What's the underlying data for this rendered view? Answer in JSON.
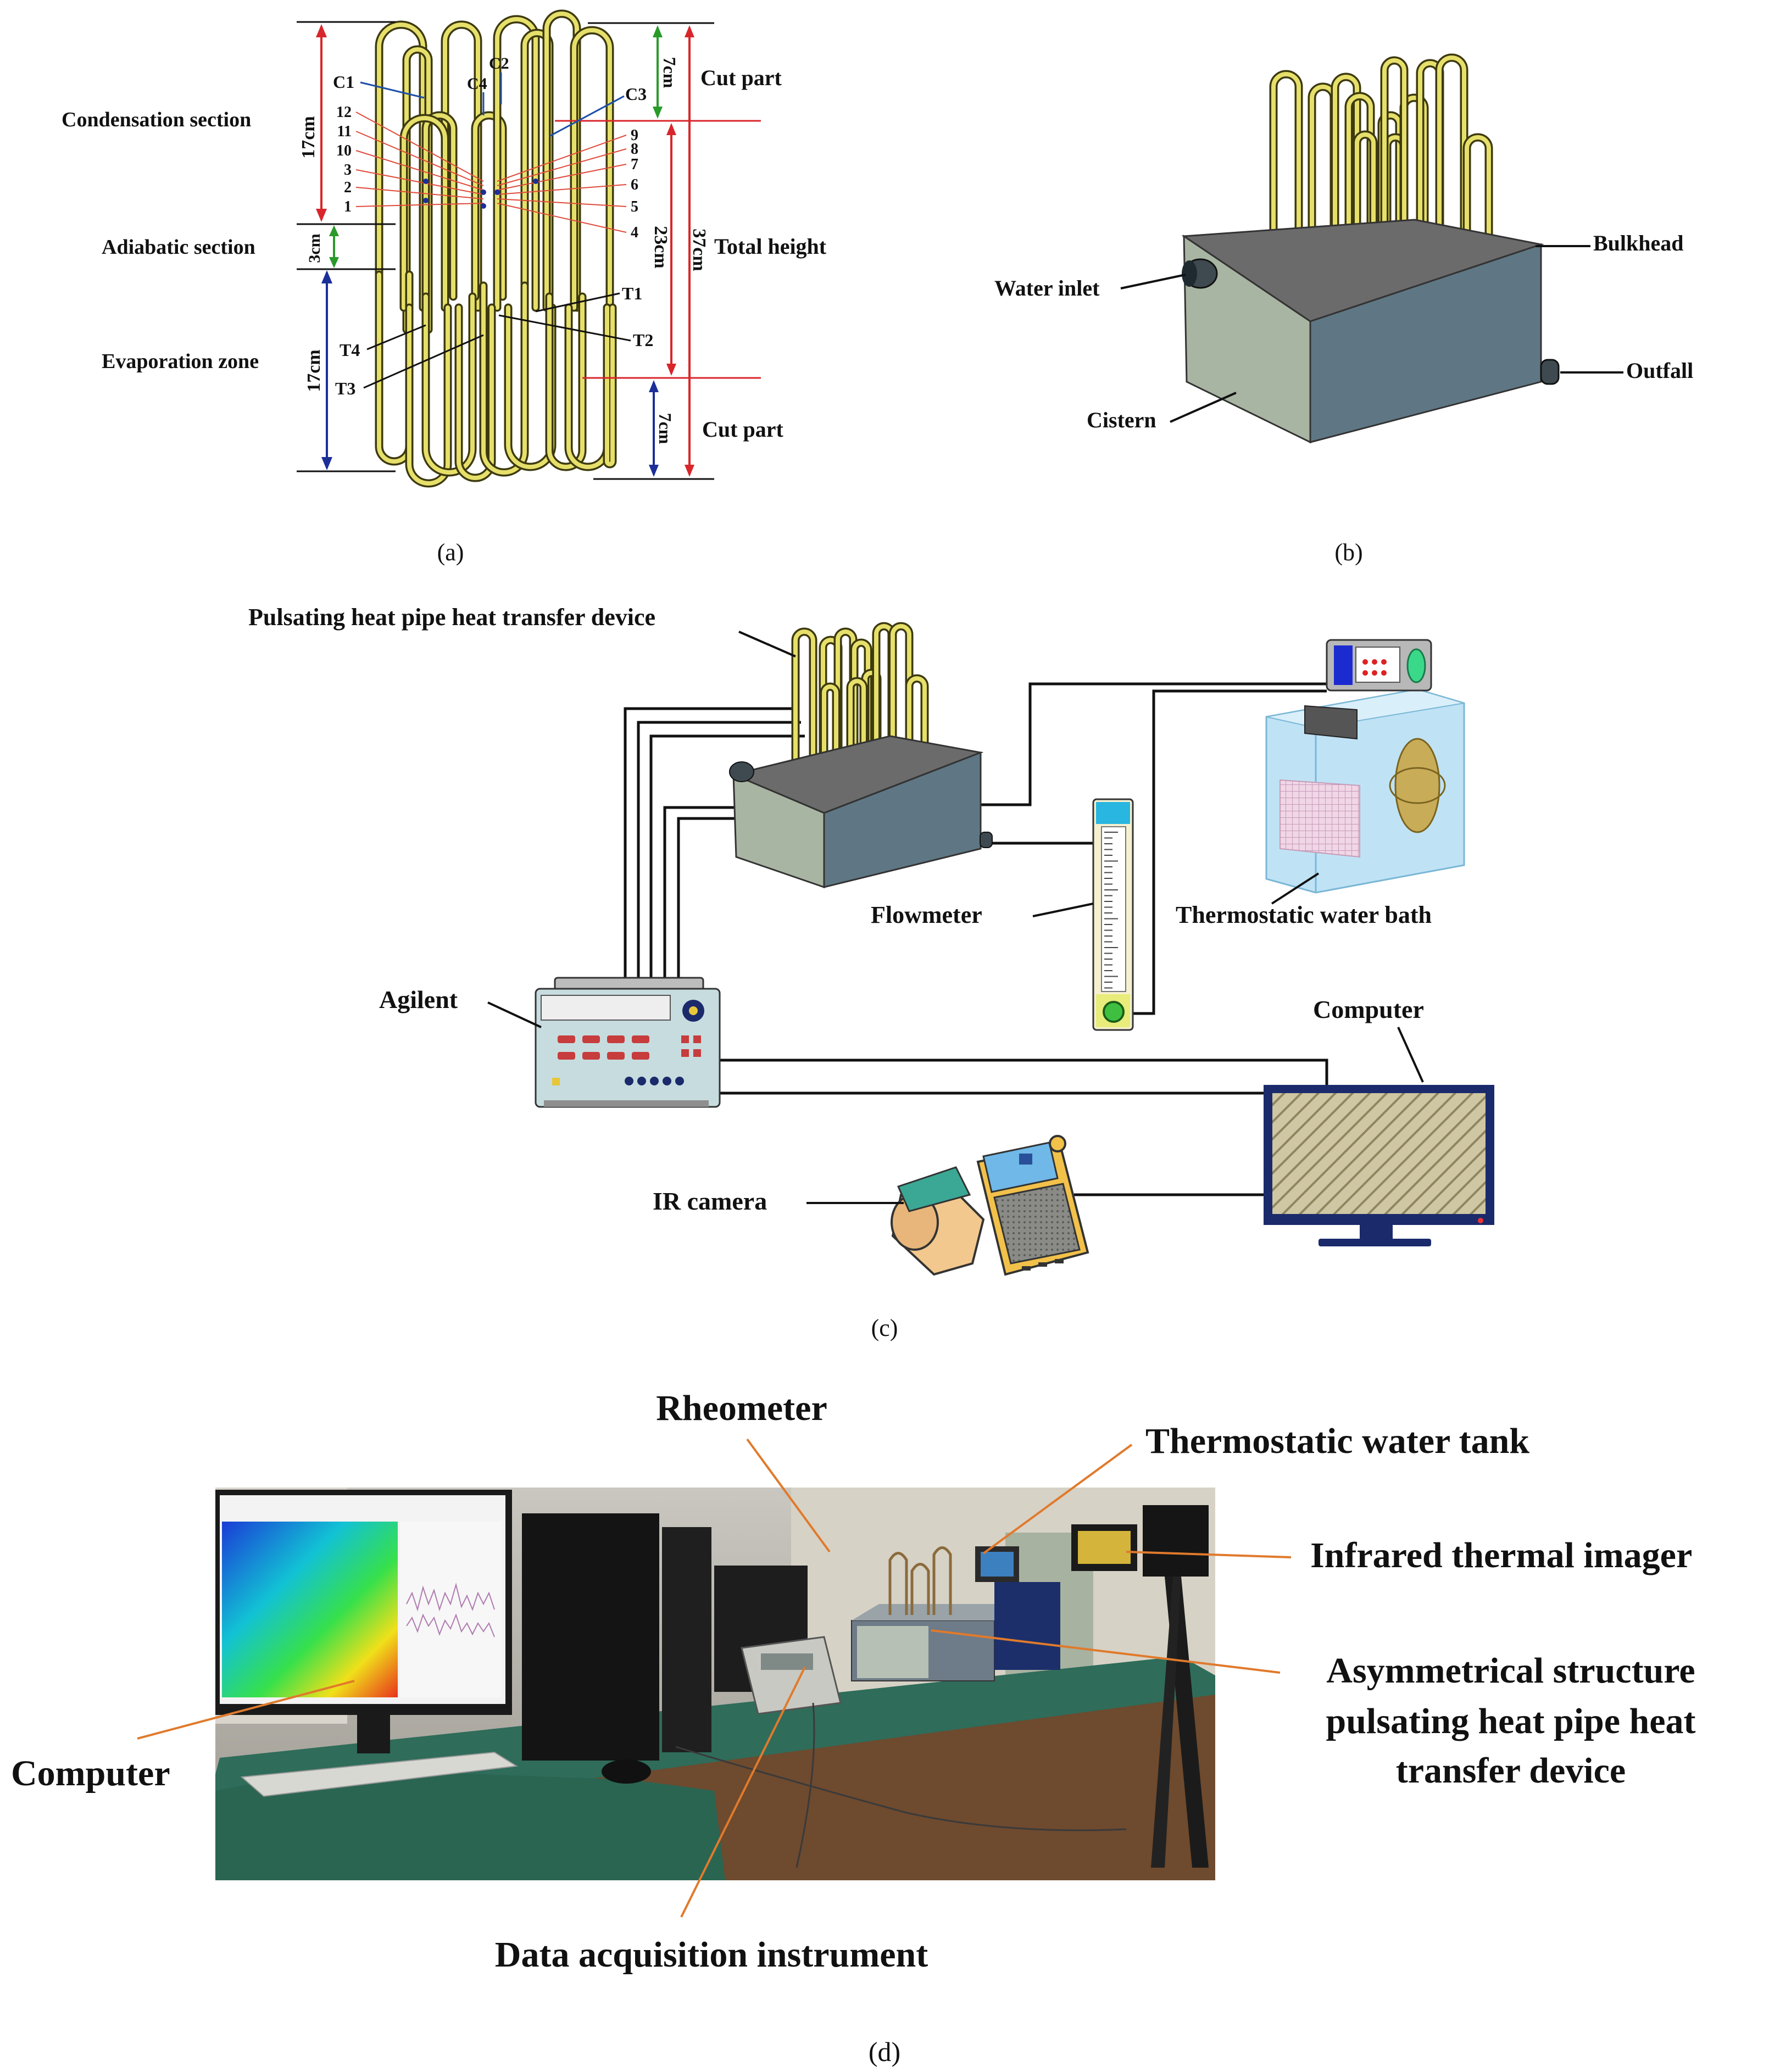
{
  "panel_a": {
    "caption": "(a)",
    "sections": {
      "condensation": "Condensation section",
      "adiabatic": "Adiabatic section",
      "evaporation": "Evaporation zone"
    },
    "dimensions": {
      "top_left": "17cm",
      "mid_left": "3cm",
      "bottom_left": "17cm",
      "top_right": "7cm",
      "mid_right_inner": "23cm",
      "mid_right_outer": "37cm",
      "bottom_right": "7cm"
    },
    "right_labels": {
      "cut_top": "Cut part",
      "total": "Total height",
      "cut_bottom": "Cut part"
    },
    "probes_c": [
      "C1",
      "C4",
      "C2",
      "C3"
    ],
    "probes_t": [
      "T1",
      "T2",
      "T3",
      "T4"
    ],
    "points_left": [
      "12",
      "11",
      "10",
      "3",
      "2",
      "1"
    ],
    "points_right": [
      "9",
      "8",
      "7",
      "6",
      "5",
      "4"
    ]
  },
  "panel_b": {
    "caption": "(b)",
    "labels": {
      "bulkhead": "Bulkhead",
      "water_inlet": "Water inlet",
      "outfall": "Outfall",
      "cistern": "Cistern"
    }
  },
  "panel_c": {
    "caption": "(c)",
    "labels": {
      "device": "Pulsating heat pipe heat transfer device",
      "flowmeter": "Flowmeter",
      "water_bath": "Thermostatic water bath",
      "agilent": "Agilent",
      "computer": "Computer",
      "ir_camera": "IR camera"
    }
  },
  "panel_d": {
    "caption": "(d)",
    "labels": {
      "rheometer": "Rheometer",
      "water_tank": "Thermostatic water tank",
      "thermal_imager": "Infrared thermal imager",
      "device_line1": "Asymmetrical structure",
      "device_line2": "pulsating heat pipe heat",
      "device_line3": "transfer device",
      "computer": "Computer",
      "daq": "Data acquisition instrument"
    }
  },
  "colors": {
    "pipe_yellow": "#e6df6a",
    "pipe_outline": "#3d3a10",
    "tank_front": "#a9b5a3",
    "tank_side": "#5f7784",
    "tank_top": "#6b6b6b",
    "dim_red": "#d8262b",
    "dim_green": "#2a9a2a",
    "dim_blue": "#1c2f99",
    "leader_orange": "#e07a2c"
  }
}
